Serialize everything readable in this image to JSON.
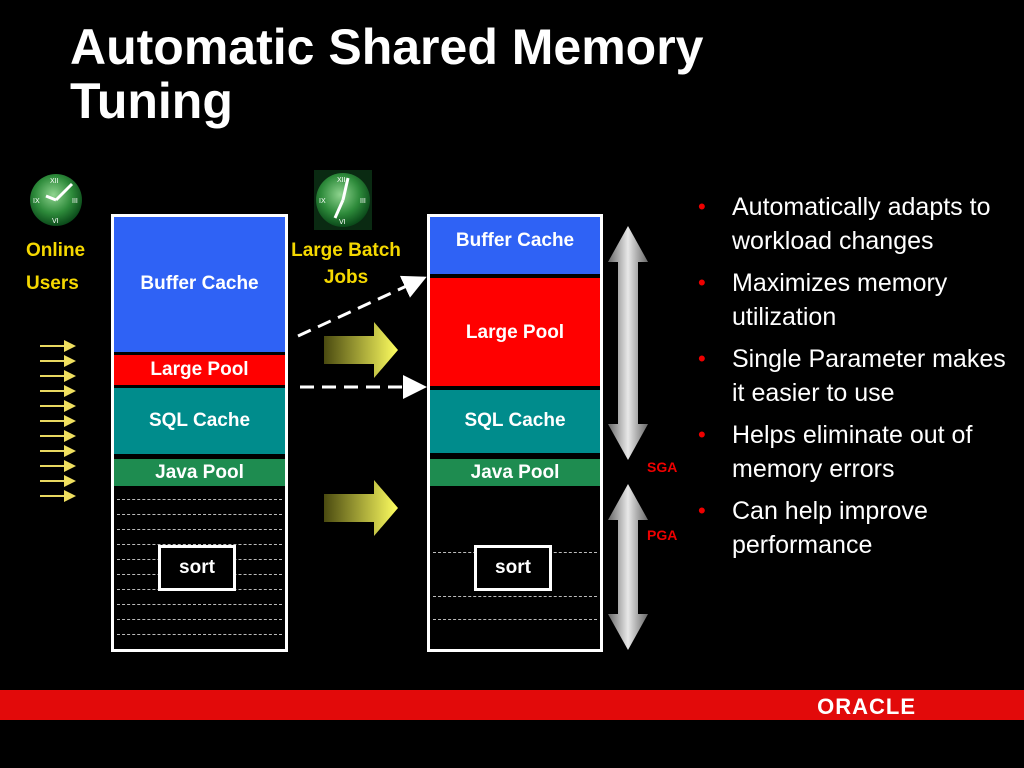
{
  "title": "Automatic Shared Memory Tuning",
  "online_users": {
    "line1": "Online",
    "line2": "Users"
  },
  "batch_jobs": {
    "line1": "Large Batch",
    "line2": "Jobs"
  },
  "left_stack": {
    "buffer_cache": "Buffer Cache",
    "large_pool": "Large Pool",
    "sql_cache": "SQL Cache",
    "java_pool": "Java Pool",
    "sort": "sort"
  },
  "right_stack": {
    "buffer_cache": "Buffer Cache",
    "large_pool": "Large Pool",
    "sql_cache": "SQL Cache",
    "java_pool": "Java Pool",
    "sort": "sort"
  },
  "sga_label": "SGA",
  "pga_label": "PGA",
  "bullets": [
    "Automatically adapts to workload changes",
    "Maximizes memory utilization",
    "Single Parameter makes it easier to use",
    "Helps eliminate out of memory errors",
    "Can help improve performance"
  ],
  "logo": "ORACLE",
  "colors": {
    "buffer_cache": "#2f62f5",
    "large_pool": "#ff0000",
    "sql_cache": "#008c8c",
    "java_pool": "#1e8c50",
    "footer": "#e20a0a",
    "label_yellow": "#f5d800"
  },
  "icons": [
    "clock-globe-icon",
    "clock-globe-icon"
  ]
}
